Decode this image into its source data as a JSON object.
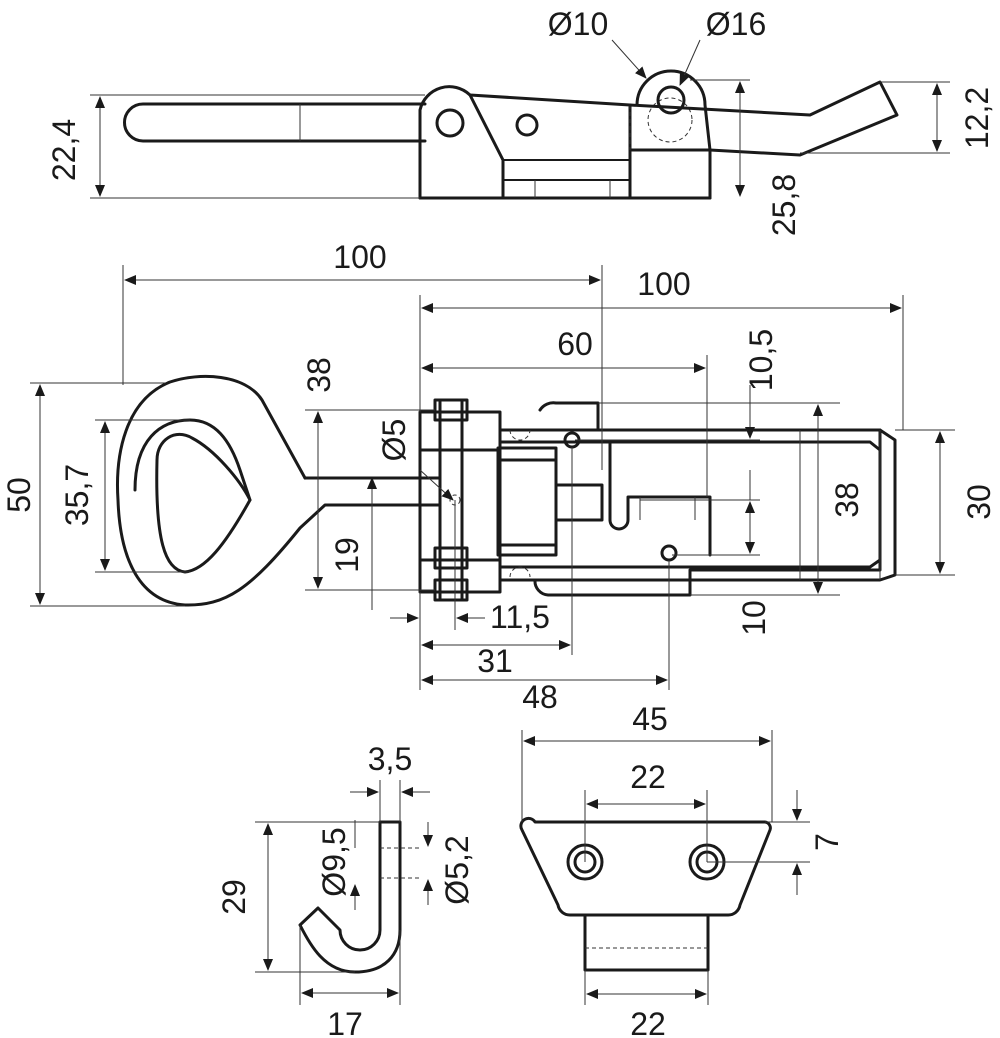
{
  "dimensions": {
    "top_d10": "Ø10",
    "top_d16": "Ø16",
    "top_224": "22,4",
    "top_122": "12,2",
    "top_258": "25,8",
    "mid_100_left": "100",
    "mid_100_right": "100",
    "mid_60": "60",
    "mid_105": "10,5",
    "mid_38_left": "38",
    "mid_d5": "Ø5",
    "mid_50": "50",
    "mid_357": "35,7",
    "mid_19": "19",
    "mid_115": "11,5",
    "mid_31": "31",
    "mid_48": "48",
    "mid_10": "10",
    "mid_38_right": "38",
    "mid_30": "30",
    "hook_35": "3,5",
    "hook_95": "Ø9,5",
    "hook_52": "Ø5,2",
    "hook_29": "29",
    "hook_17": "17",
    "plate_45": "45",
    "plate_22_top": "22",
    "plate_7": "7",
    "plate_22_bottom": "22"
  }
}
